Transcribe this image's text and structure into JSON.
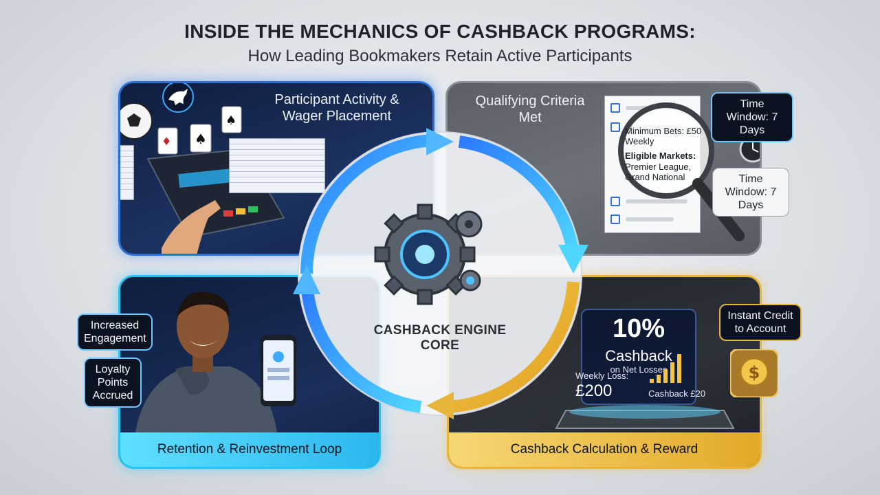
{
  "header": {
    "title": "INSIDE THE MECHANICS OF CASHBACK PROGRAMS:",
    "subtitle": "How Leading Bookmakers Retain Active Participants"
  },
  "panels": {
    "top_left": {
      "heading": "Participant Activity & Wager Placement"
    },
    "top_right": {
      "heading": "Qualifying Criteria Met",
      "document": {
        "min_bets": "Minimum Bets: £50 Weekly",
        "markets_label": "Eligible Markets:",
        "markets": "Premier League, Grand National"
      },
      "callouts": [
        "Time Window: 7 Days",
        "Time Window: 7 Days"
      ]
    },
    "bottom_left": {
      "footer": "Retention & Reinvestment Loop",
      "callouts": [
        "Increased Engagement",
        "Loyalty Points Accrued"
      ]
    },
    "bottom_right": {
      "footer": "Cashback Calculation & Reward",
      "percent": "10%",
      "cashback": "Cashback",
      "cashback_sub": "on Net Losses",
      "weekly_loss_label": "Weekly Loss:",
      "weekly_loss_value": "£200",
      "cashback_value": "Cashback £20",
      "callout": "Instant Credit to Account"
    }
  },
  "engine": {
    "label": "CASHBACK ENGINE CORE"
  },
  "colors": {
    "blue_accent": "#2a6fd6",
    "cyan_accent": "#25c4f0",
    "gold_accent": "#e7b53a",
    "grey_panel": "#6c7078"
  }
}
